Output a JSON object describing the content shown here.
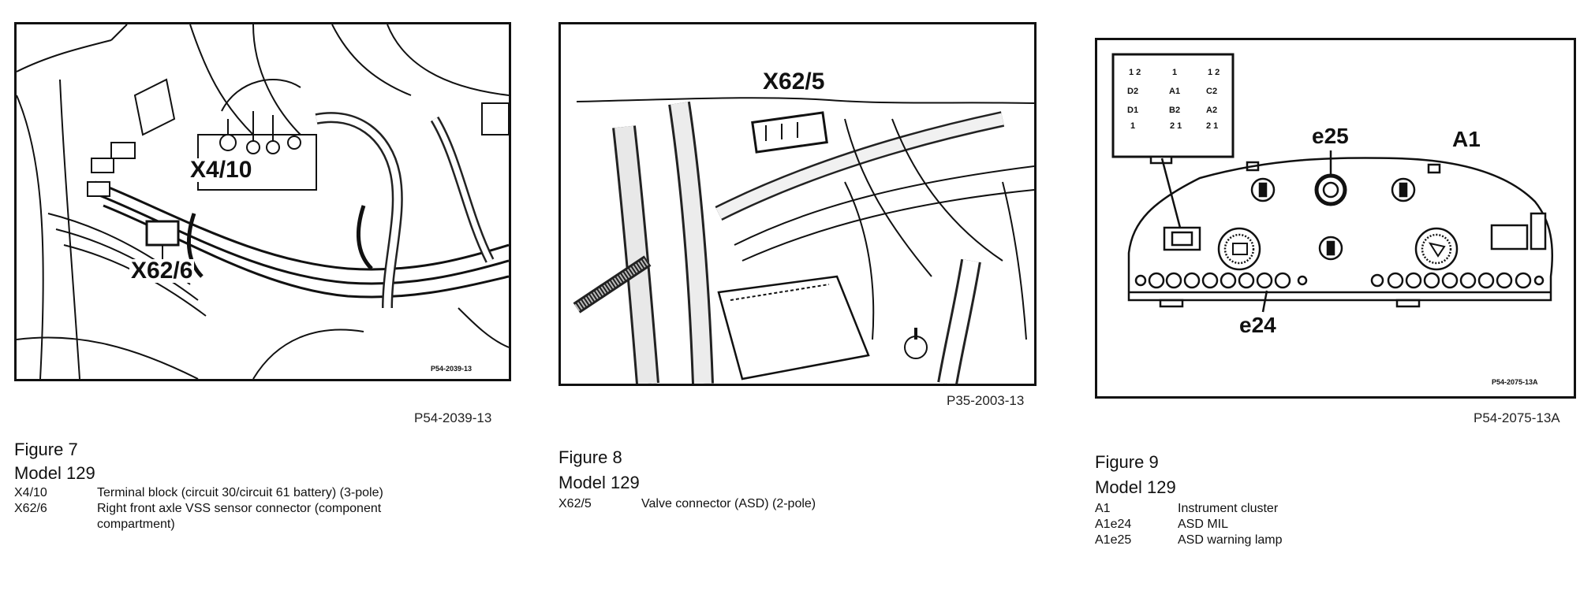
{
  "figures": [
    {
      "callouts": [
        "X4/10",
        "X62/6"
      ],
      "stamp": "P54-2039-13",
      "photo_id": "P54-2039-13",
      "title": "Figure 7",
      "model": "Model 129",
      "legend": [
        {
          "code": "X4/10",
          "desc": "Terminal block (circuit 30/circuit 61 battery) (3-pole)"
        },
        {
          "code": "X62/6",
          "desc": "Right front axle VSS sensor connector (component compartment)"
        }
      ]
    },
    {
      "callouts": [
        "X62/5"
      ],
      "photo_id": "P35-2003-13",
      "title": "Figure 8",
      "model": "Model 129",
      "legend": [
        {
          "code": "X62/5",
          "desc": "Valve connector (ASD) (2-pole)"
        }
      ]
    },
    {
      "callouts": [
        "e25",
        "A1",
        "e24"
      ],
      "connector_pins": [
        "1 2",
        "1",
        "1 2",
        "D2",
        "A1",
        "C2",
        "D1",
        "B2",
        "A2",
        "1",
        "2 1",
        "2 1"
      ],
      "stamp": "P54-2075-13A",
      "photo_id": "P54-2075-13A",
      "title": "Figure 9",
      "model": "Model 129",
      "legend": [
        {
          "code": "A1",
          "desc": "Instrument cluster"
        },
        {
          "code": "A1e24",
          "desc": "ASD MIL"
        },
        {
          "code": "A1e25",
          "desc": "ASD warning lamp"
        }
      ]
    }
  ]
}
